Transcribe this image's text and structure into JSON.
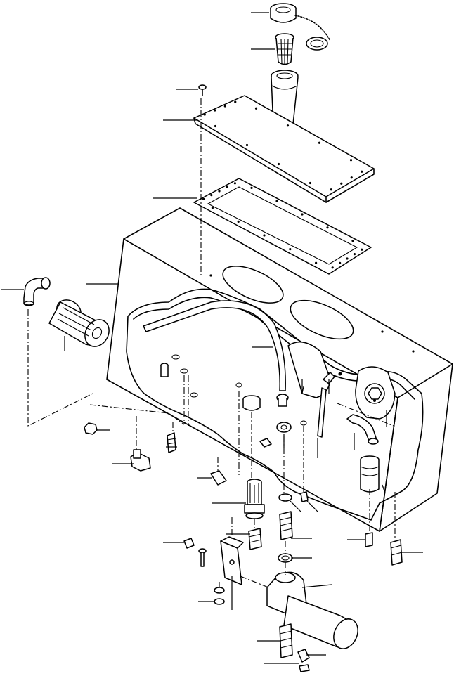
{
  "diagram": {
    "kind": "exploded parts view",
    "labels": []
  },
  "icons": {
    "filler-cap": "cap",
    "strainer": "mesh-cylinder",
    "filler-tube": "tube",
    "cover-plate": "plate",
    "gasket": "frame-gasket",
    "tank": "tank-body",
    "return-filter": "filter-element",
    "suction-strainer": "strainer-element",
    "elbow": "elbow-fitting",
    "breather": "breather-filter"
  }
}
